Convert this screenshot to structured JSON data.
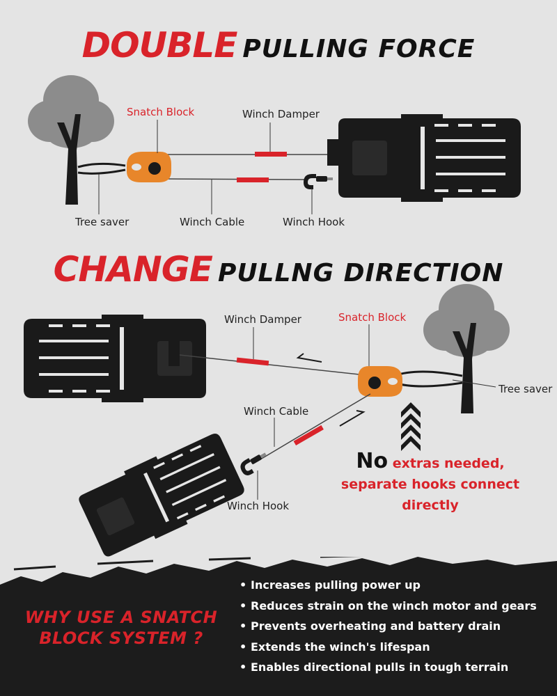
{
  "section1": {
    "title_red": "DOUBLE",
    "title_black": "PULLING FORCE",
    "labels": {
      "snatch_block": "Snatch Block",
      "winch_damper": "Winch Damper",
      "tree_saver": "Tree saver",
      "winch_cable": "Winch Cable",
      "winch_hook": "Winch Hook"
    }
  },
  "section2": {
    "title_red": "CHANGE",
    "title_black": "PULLNG DIRECTION",
    "labels": {
      "winch_damper": "Winch Damper",
      "snatch_block": "Snatch Block",
      "tree_saver": "Tree saver",
      "winch_cable": "Winch Cable",
      "winch_hook": "Winch Hook"
    },
    "note": {
      "no": "No",
      "line1": "extras needed,",
      "line2": "separate hooks connect directly"
    }
  },
  "bottom": {
    "why_line1": "WHY USE A SNATCH",
    "why_line2": "BLOCK SYSTEM ?",
    "bullets": [
      "Increases pulling power up",
      "Reduces strain on the winch motor and gears",
      "Prevents overheating and battery drain",
      "Extends the winch's lifespan",
      "Enables directional pulls in tough terrain"
    ]
  },
  "colors": {
    "accent_red": "#d9232a",
    "snatch_orange": "#e8862a",
    "vehicle_black": "#1a1a1a",
    "tree_gray": "#8c8c8c"
  },
  "icons": [
    "tree-icon",
    "truck-icon",
    "snatch-block-icon",
    "winch-hook-icon",
    "chevron-up-icon",
    "arrow-icon"
  ]
}
